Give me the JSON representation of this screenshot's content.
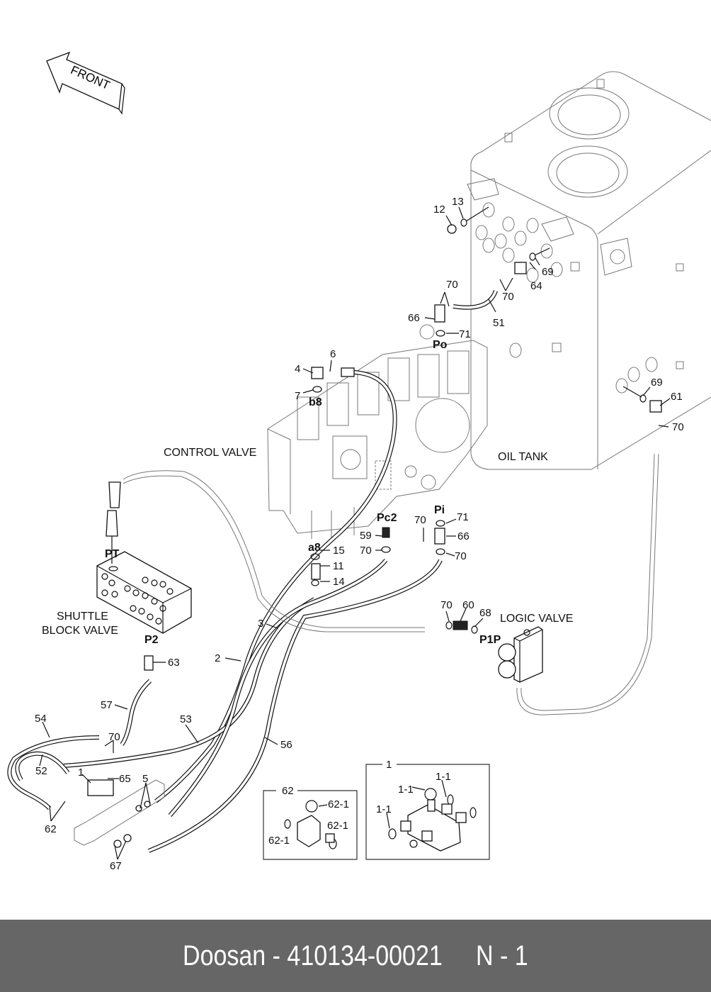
{
  "footer": {
    "brand": "Doosan",
    "part_number": "410134-00021",
    "page_ref": "N - 1",
    "text": "Doosan - 410134-00021     N - 1",
    "background": "#666666",
    "text_color": "#ffffff"
  },
  "front_arrow": {
    "label": "FRONT"
  },
  "components": {
    "control_valve": "CONTROL VALVE",
    "oil_tank": "OIL TANK",
    "shuttle_block_valve_line1": "SHUTTLE",
    "shuttle_block_valve_line2": "BLOCK VALVE",
    "logic_valve": "LOGIC VALVE"
  },
  "ports": {
    "po": "Po",
    "b8": "b8",
    "a8": "a8",
    "pc2": "Pc2",
    "pi": "Pi",
    "pt": "PT",
    "p2": "P2",
    "p1p": "P1P"
  },
  "callouts": [
    {
      "id": "c12",
      "text": "12"
    },
    {
      "id": "c13",
      "text": "13"
    },
    {
      "id": "c70a",
      "text": "70"
    },
    {
      "id": "c69a",
      "text": "69"
    },
    {
      "id": "c64",
      "text": "64"
    },
    {
      "id": "c70b",
      "text": "70"
    },
    {
      "id": "c66a",
      "text": "66"
    },
    {
      "id": "c51",
      "text": "51"
    },
    {
      "id": "c71a",
      "text": "71"
    },
    {
      "id": "c6",
      "text": "6"
    },
    {
      "id": "c4",
      "text": "4"
    },
    {
      "id": "c7",
      "text": "7"
    },
    {
      "id": "c69b",
      "text": "69"
    },
    {
      "id": "c61",
      "text": "61"
    },
    {
      "id": "c70c",
      "text": "70"
    },
    {
      "id": "c71b",
      "text": "71"
    },
    {
      "id": "c70d",
      "text": "70"
    },
    {
      "id": "c66b",
      "text": "66"
    },
    {
      "id": "c59",
      "text": "59"
    },
    {
      "id": "c70e",
      "text": "70"
    },
    {
      "id": "c70f",
      "text": "70"
    },
    {
      "id": "c15",
      "text": "15"
    },
    {
      "id": "c11",
      "text": "11"
    },
    {
      "id": "c14",
      "text": "14"
    },
    {
      "id": "c70g",
      "text": "70"
    },
    {
      "id": "c60",
      "text": "60"
    },
    {
      "id": "c68",
      "text": "68"
    },
    {
      "id": "c3",
      "text": "3"
    },
    {
      "id": "c2",
      "text": "2"
    },
    {
      "id": "c63",
      "text": "63"
    },
    {
      "id": "c57",
      "text": "57"
    },
    {
      "id": "c54",
      "text": "54"
    },
    {
      "id": "c53",
      "text": "53"
    },
    {
      "id": "c56",
      "text": "56"
    },
    {
      "id": "c70h",
      "text": "70"
    },
    {
      "id": "c52",
      "text": "52"
    },
    {
      "id": "c1",
      "text": "1"
    },
    {
      "id": "c65",
      "text": "65"
    },
    {
      "id": "c5",
      "text": "5"
    },
    {
      "id": "c62",
      "text": "62"
    },
    {
      "id": "c67",
      "text": "67"
    }
  ],
  "detail_62": {
    "title": "62",
    "callouts": [
      "62-1",
      "62-1",
      "62-1"
    ]
  },
  "detail_1": {
    "title": "1",
    "callouts": [
      "1-1",
      "1-1",
      "1-1"
    ]
  }
}
